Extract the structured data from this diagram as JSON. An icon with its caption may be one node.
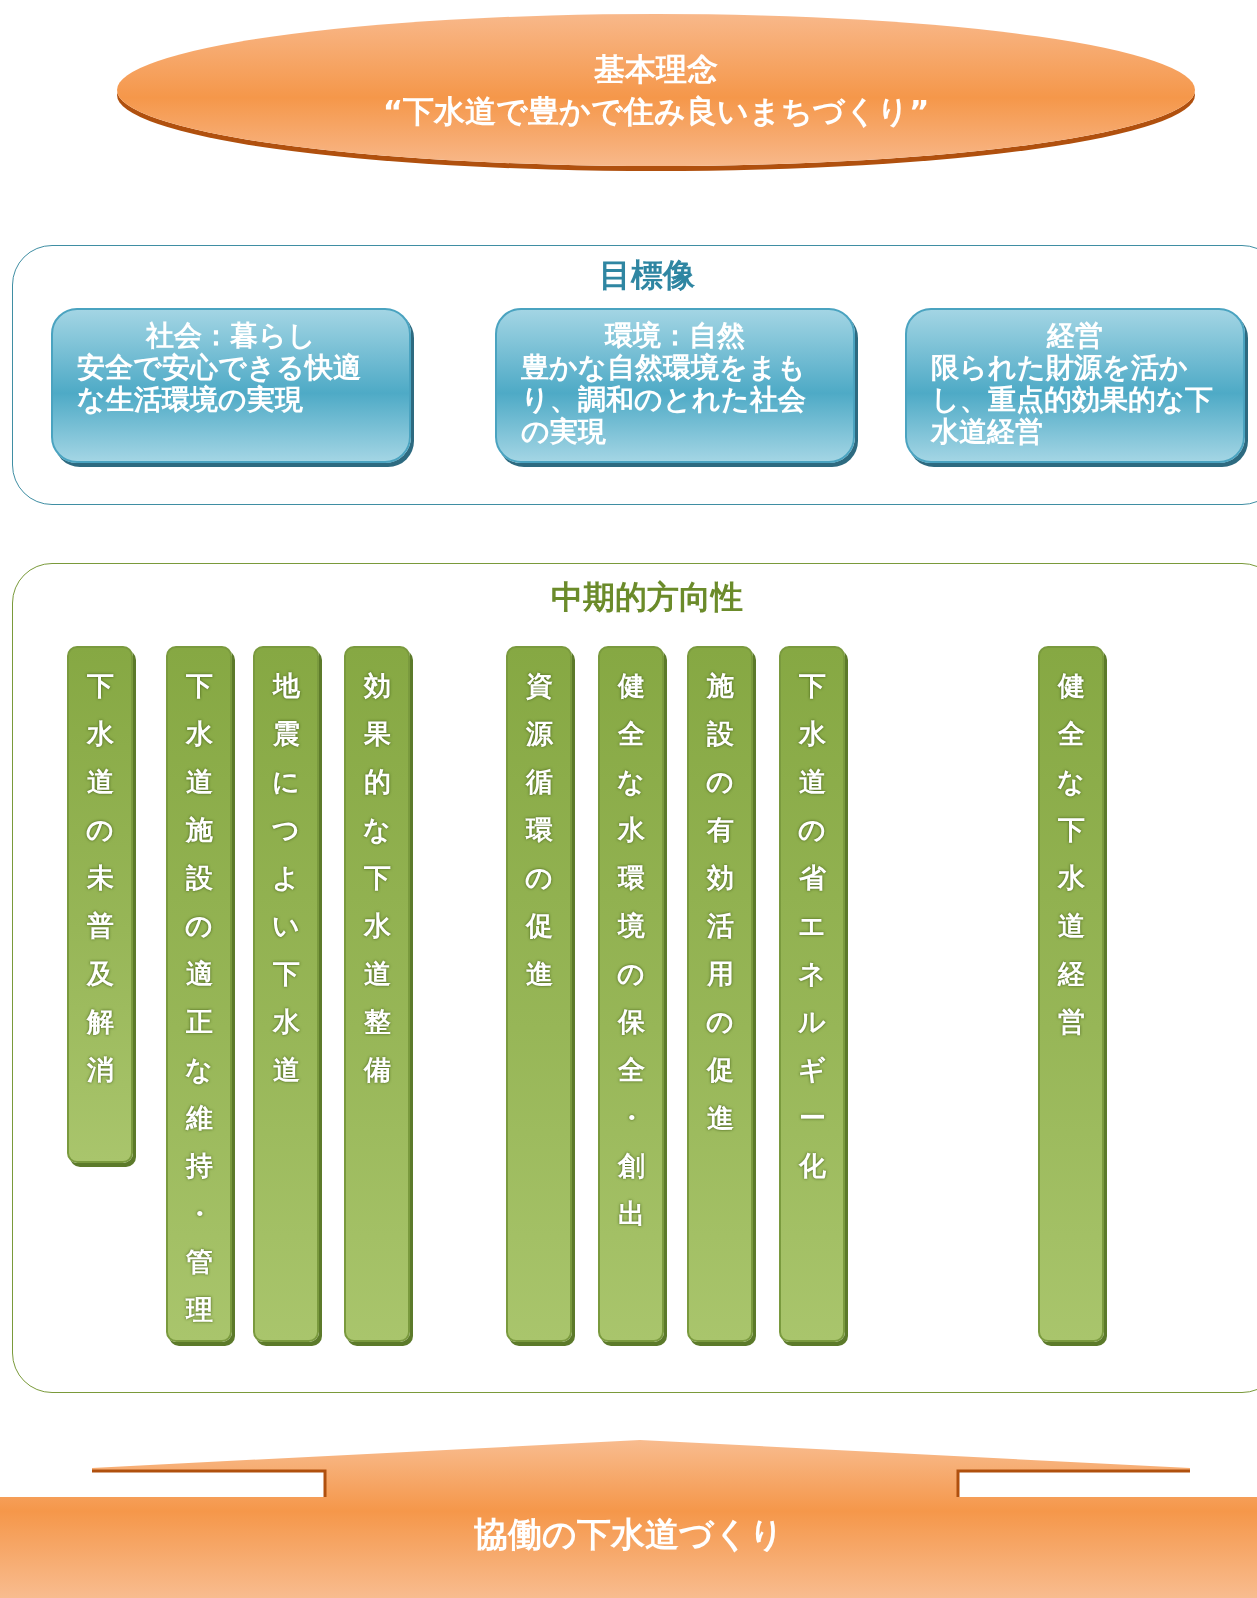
{
  "diagram": {
    "nodes": [
      {
        "text": [
          "基本理念",
          "“下水道で豊かで住み良いまちづくり”"
        ]
      },
      {
        "text": [
          "目標像"
        ]
      },
      {
        "text": [
          "社会：暮らし",
          "安全で安心できる快適な生活環境の実現"
        ],
        "in": 1
      },
      {
        "text": [
          "環境：自然",
          "豊かな自然環境をまもり、調和のとれた社会の実現"
        ],
        "in": 1
      },
      {
        "text": [
          "経営",
          "限られた財源を活かし、重点的効果的な下水道経営"
        ],
        "in": 1
      },
      {
        "text": [
          "中期的方向性"
        ]
      },
      {
        "text": [
          "下水道の未普及解消"
        ],
        "in": 5
      },
      {
        "text": [
          "下水道施設の適正な維持・管理"
        ],
        "in": 5
      },
      {
        "text": [
          "地震につよい下水道"
        ],
        "in": 5
      },
      {
        "text": [
          "効果的な下水道整備"
        ],
        "in": 5
      },
      {
        "text": [
          "資源循環の促進"
        ],
        "in": 5
      },
      {
        "text": [
          "健全な水環境の保全・創出"
        ],
        "in": 5
      },
      {
        "text": [
          "施設の有効活用の促進"
        ],
        "in": 5
      },
      {
        "text": [
          "下水道の省エネルギー化"
        ],
        "in": 5
      },
      {
        "text": [
          "健全な下水道経営"
        ],
        "in": 5
      },
      {
        "text": [
          "協働の下水道づくり"
        ]
      }
    ]
  }
}
